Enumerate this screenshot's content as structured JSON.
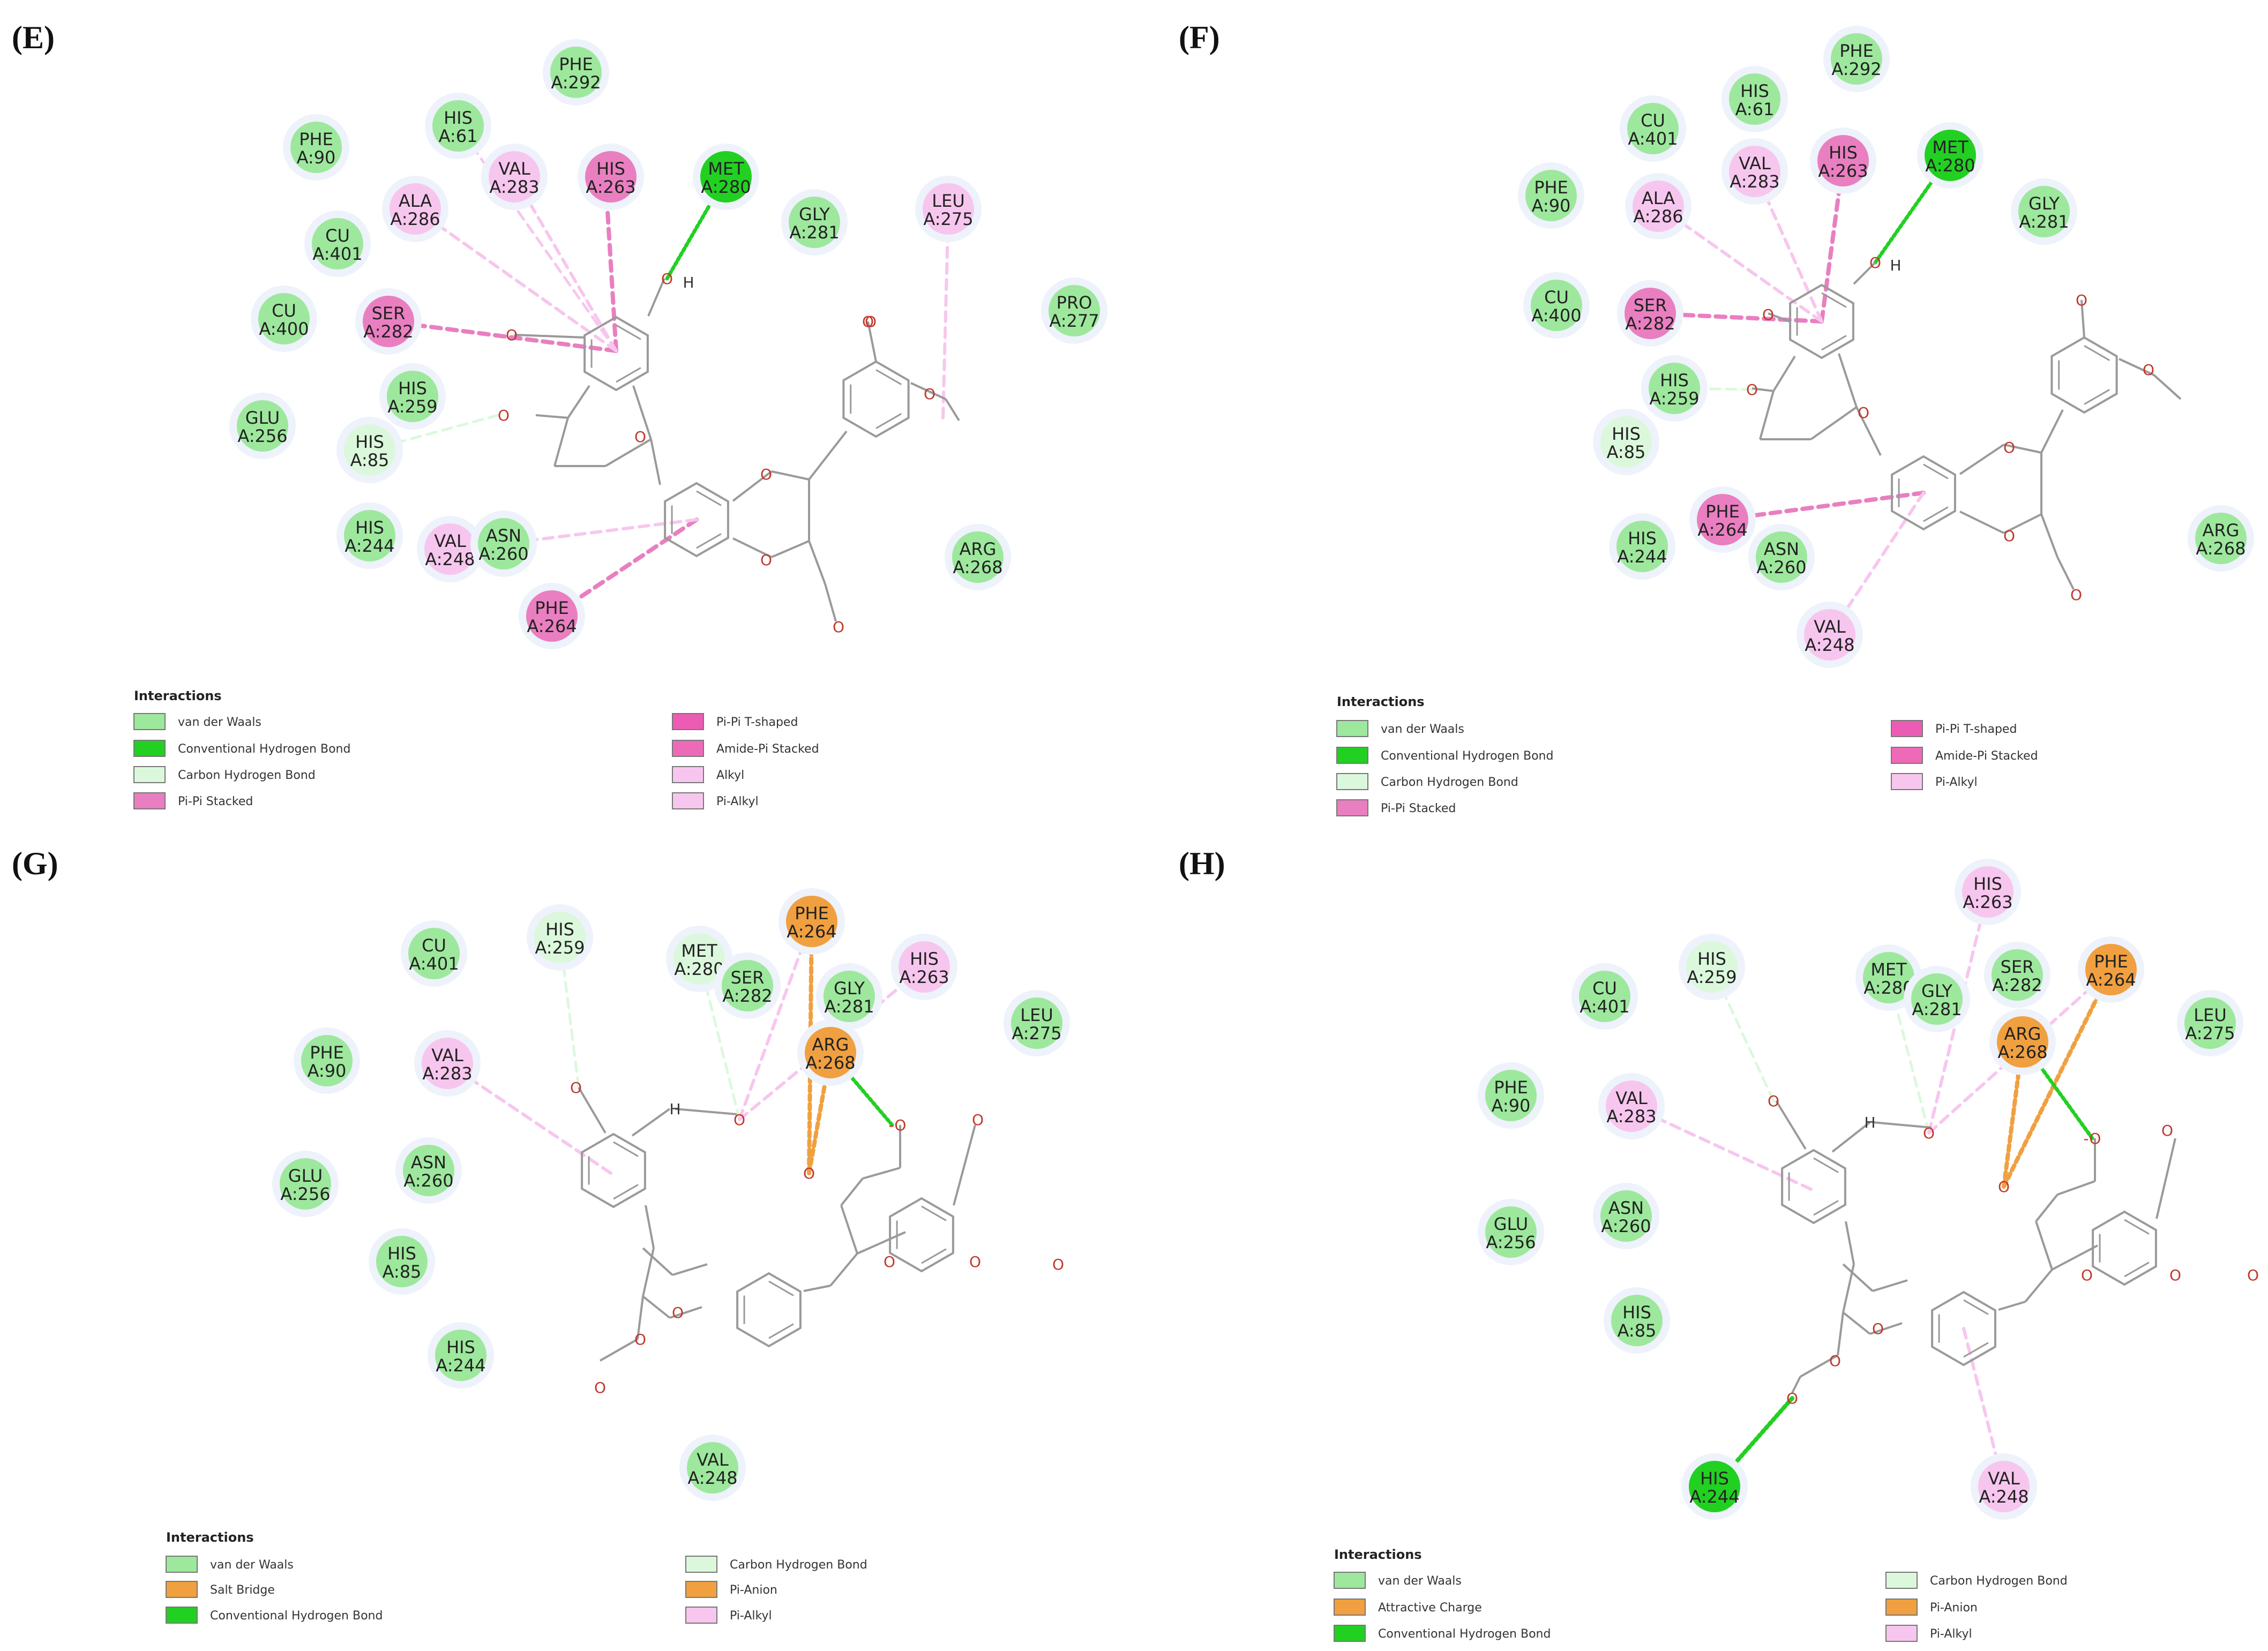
{
  "colors": {
    "vdw": "#9de89d",
    "conv_hbond": "#22d022",
    "carbon_hbond": "#dcf8dc",
    "pi_pi_stacked": "#e97fc0",
    "pi_pi_tshaped": "#ec5cb4",
    "amide_pi": "#ee6ab8",
    "alkyl": "#f7c6ee",
    "pi_alkyl": "#f7c6ee",
    "salt_bridge": "#f0a040",
    "attractive": "#f0a040",
    "pi_anion": "#f0a040",
    "bond": "#9a9a9a",
    "oxygen": "#c0392b"
  },
  "panels": [
    {
      "label": "(E)",
      "residues": [
        {
          "name": "PHE",
          "id": "A:292",
          "type": "vdw"
        },
        {
          "name": "PHE",
          "id": "A:90",
          "type": "vdw"
        },
        {
          "name": "HIS",
          "id": "A:61",
          "type": "vdw"
        },
        {
          "name": "VAL",
          "id": "A:283",
          "type": "alkyl"
        },
        {
          "name": "HIS",
          "id": "A:263",
          "type": "pi_pi_stacked"
        },
        {
          "name": "MET",
          "id": "A:280",
          "type": "conv_hbond"
        },
        {
          "name": "ALA",
          "id": "A:286",
          "type": "alkyl"
        },
        {
          "name": "GLY",
          "id": "A:281",
          "type": "vdw"
        },
        {
          "name": "LEU",
          "id": "A:275",
          "type": "alkyl"
        },
        {
          "name": "CU",
          "id": "A:401",
          "type": "vdw"
        },
        {
          "name": "CU",
          "id": "A:400",
          "type": "vdw"
        },
        {
          "name": "SER",
          "id": "A:282",
          "type": "pi_pi_stacked"
        },
        {
          "name": "PRO",
          "id": "A:277",
          "type": "vdw"
        },
        {
          "name": "HIS",
          "id": "A:259",
          "type": "vdw"
        },
        {
          "name": "GLU",
          "id": "A:256",
          "type": "vdw"
        },
        {
          "name": "HIS",
          "id": "A:85",
          "type": "carbon_hbond"
        },
        {
          "name": "HIS",
          "id": "A:244",
          "type": "vdw"
        },
        {
          "name": "VAL",
          "id": "A:248",
          "type": "alkyl"
        },
        {
          "name": "ASN",
          "id": "A:260",
          "type": "vdw"
        },
        {
          "name": "ARG",
          "id": "A:268",
          "type": "vdw"
        },
        {
          "name": "PHE",
          "id": "A:264",
          "type": "pi_pi_stacked"
        }
      ],
      "atoms": [
        "O",
        "H",
        "O",
        "O",
        "O",
        "O",
        "O",
        "O",
        "O",
        "O",
        "O"
      ],
      "legend_title": "Interactions",
      "legend": [
        {
          "label": "van der Waals",
          "type": "vdw"
        },
        {
          "label": "Conventional Hydrogen Bond",
          "type": "conv_hbond"
        },
        {
          "label": "Carbon Hydrogen Bond",
          "type": "carbon_hbond"
        },
        {
          "label": "Pi-Pi Stacked",
          "type": "pi_pi_stacked"
        },
        {
          "label": "Pi-Pi T-shaped",
          "type": "pi_pi_tshaped"
        },
        {
          "label": "Amide-Pi Stacked",
          "type": "amide_pi"
        },
        {
          "label": "Alkyl",
          "type": "alkyl"
        },
        {
          "label": "Pi-Alkyl",
          "type": "pi_alkyl"
        }
      ]
    },
    {
      "label": "(F)",
      "residues": [
        {
          "name": "PHE",
          "id": "A:292",
          "type": "vdw"
        },
        {
          "name": "HIS",
          "id": "A:61",
          "type": "vdw"
        },
        {
          "name": "CU",
          "id": "A:401",
          "type": "vdw"
        },
        {
          "name": "VAL",
          "id": "A:283",
          "type": "alkyl"
        },
        {
          "name": "HIS",
          "id": "A:263",
          "type": "pi_pi_stacked"
        },
        {
          "name": "MET",
          "id": "A:280",
          "type": "conv_hbond"
        },
        {
          "name": "PHE",
          "id": "A:90",
          "type": "vdw"
        },
        {
          "name": "ALA",
          "id": "A:286",
          "type": "alkyl"
        },
        {
          "name": "GLY",
          "id": "A:281",
          "type": "vdw"
        },
        {
          "name": "CU",
          "id": "A:400",
          "type": "vdw"
        },
        {
          "name": "SER",
          "id": "A:282",
          "type": "pi_pi_stacked"
        },
        {
          "name": "HIS",
          "id": "A:259",
          "type": "vdw"
        },
        {
          "name": "HIS",
          "id": "A:85",
          "type": "carbon_hbond"
        },
        {
          "name": "PHE",
          "id": "A:264",
          "type": "pi_pi_stacked"
        },
        {
          "name": "HIS",
          "id": "A:244",
          "type": "vdw"
        },
        {
          "name": "ASN",
          "id": "A:260",
          "type": "vdw"
        },
        {
          "name": "ARG",
          "id": "A:268",
          "type": "vdw"
        },
        {
          "name": "VAL",
          "id": "A:248",
          "type": "alkyl"
        }
      ],
      "atoms": [
        "O",
        "H",
        "O",
        "O",
        "O",
        "O",
        "O",
        "O",
        "O",
        "O",
        "O"
      ],
      "legend_title": "Interactions",
      "legend": [
        {
          "label": "van der Waals",
          "type": "vdw"
        },
        {
          "label": "Conventional Hydrogen Bond",
          "type": "conv_hbond"
        },
        {
          "label": "Carbon Hydrogen Bond",
          "type": "carbon_hbond"
        },
        {
          "label": "Pi-Pi Stacked",
          "type": "pi_pi_stacked"
        },
        {
          "label": "Pi-Pi T-shaped",
          "type": "pi_pi_tshaped"
        },
        {
          "label": "Amide-Pi Stacked",
          "type": "amide_pi"
        },
        {
          "label": "Pi-Alkyl",
          "type": "pi_alkyl"
        }
      ]
    },
    {
      "label": "(G)",
      "residues": [
        {
          "name": "CU",
          "id": "A:401",
          "type": "vdw"
        },
        {
          "name": "HIS",
          "id": "A:259",
          "type": "carbon_hbond"
        },
        {
          "name": "MET",
          "id": "A:280",
          "type": "carbon_hbond"
        },
        {
          "name": "PHE",
          "id": "A:264",
          "type": "salt_bridge"
        },
        {
          "name": "SER",
          "id": "A:282",
          "type": "vdw"
        },
        {
          "name": "GLY",
          "id": "A:281",
          "type": "vdw"
        },
        {
          "name": "HIS",
          "id": "A:263",
          "type": "pi_alkyl"
        },
        {
          "name": "LEU",
          "id": "A:275",
          "type": "vdw"
        },
        {
          "name": "ARG",
          "id": "A:268",
          "type": "salt_bridge"
        },
        {
          "name": "PHE",
          "id": "A:90",
          "type": "vdw"
        },
        {
          "name": "VAL",
          "id": "A:283",
          "type": "pi_alkyl"
        },
        {
          "name": "GLU",
          "id": "A:256",
          "type": "vdw"
        },
        {
          "name": "ASN",
          "id": "A:260",
          "type": "vdw"
        },
        {
          "name": "HIS",
          "id": "A:85",
          "type": "vdw"
        },
        {
          "name": "HIS",
          "id": "A:244",
          "type": "vdw"
        },
        {
          "name": "VAL",
          "id": "A:248",
          "type": "vdw"
        }
      ],
      "atoms": [
        "O",
        "H",
        "O",
        "O",
        "-O",
        "O",
        "O",
        "O",
        "O",
        "O",
        "O",
        "O"
      ],
      "legend_title": "Interactions",
      "legend": [
        {
          "label": "van der Waals",
          "type": "vdw"
        },
        {
          "label": "Salt Bridge",
          "type": "salt_bridge"
        },
        {
          "label": "Conventional Hydrogen Bond",
          "type": "conv_hbond"
        },
        {
          "label": "Carbon Hydrogen Bond",
          "type": "carbon_hbond"
        },
        {
          "label": "Pi-Anion",
          "type": "pi_anion"
        },
        {
          "label": "Pi-Alkyl",
          "type": "pi_alkyl"
        }
      ]
    },
    {
      "label": "(H)",
      "residues": [
        {
          "name": "HIS",
          "id": "A:263",
          "type": "pi_alkyl"
        },
        {
          "name": "CU",
          "id": "A:401",
          "type": "vdw"
        },
        {
          "name": "HIS",
          "id": "A:259",
          "type": "carbon_hbond"
        },
        {
          "name": "MET",
          "id": "A:280",
          "type": "vdw"
        },
        {
          "name": "GLY",
          "id": "A:281",
          "type": "vdw"
        },
        {
          "name": "SER",
          "id": "A:282",
          "type": "vdw"
        },
        {
          "name": "PHE",
          "id": "A:264",
          "type": "attractive"
        },
        {
          "name": "LEU",
          "id": "A:275",
          "type": "vdw"
        },
        {
          "name": "ARG",
          "id": "A:268",
          "type": "attractive"
        },
        {
          "name": "PHE",
          "id": "A:90",
          "type": "vdw"
        },
        {
          "name": "VAL",
          "id": "A:283",
          "type": "pi_alkyl"
        },
        {
          "name": "GLU",
          "id": "A:256",
          "type": "vdw"
        },
        {
          "name": "ASN",
          "id": "A:260",
          "type": "vdw"
        },
        {
          "name": "HIS",
          "id": "A:85",
          "type": "vdw"
        },
        {
          "name": "HIS",
          "id": "A:244",
          "type": "conv_hbond"
        },
        {
          "name": "VAL",
          "id": "A:248",
          "type": "pi_alkyl"
        }
      ],
      "atoms": [
        "O",
        "H",
        "O",
        "O",
        "-O",
        "O",
        "O",
        "O",
        "O",
        "O",
        "O",
        "O"
      ],
      "legend_title": "Interactions",
      "legend": [
        {
          "label": "van der Waals",
          "type": "vdw"
        },
        {
          "label": "Attractive Charge",
          "type": "attractive"
        },
        {
          "label": "Conventional Hydrogen Bond",
          "type": "conv_hbond"
        },
        {
          "label": "Carbon Hydrogen Bond",
          "type": "carbon_hbond"
        },
        {
          "label": "Pi-Anion",
          "type": "pi_anion"
        },
        {
          "label": "Pi-Alkyl",
          "type": "pi_alkyl"
        }
      ]
    }
  ]
}
